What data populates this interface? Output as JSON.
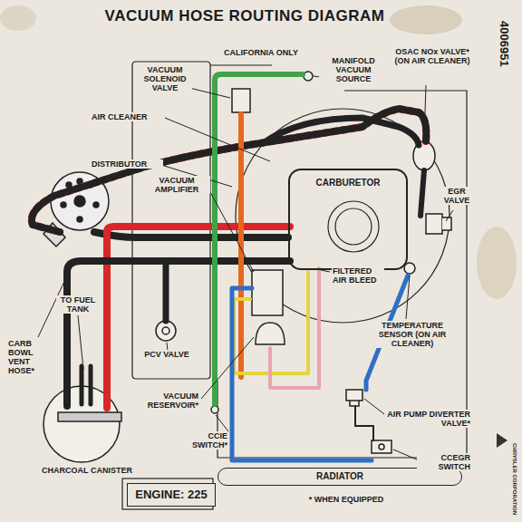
{
  "diagram": {
    "title": "VACUUM HOSE ROUTING DIAGRAM",
    "nodes": [
      {
        "text": [
          "CARBURETOR"
        ]
      },
      {
        "text": [
          "RADIATOR"
        ]
      },
      {
        "text": [
          "ENGINE: 225"
        ]
      }
    ],
    "labels": [
      "CALIFORNIA ONLY",
      "MANIFOLD VACUUM SOURCE",
      "OSAC NOx VALVE* (ON AIR CLEANER)",
      "VACUUM SOLENOID VALVE",
      "AIR CLEANER",
      "DISTRIBUTOR",
      "VACUUM AMPLIFIER",
      "EGR VALVE",
      "FILTERED AIR BLEED",
      "TEMPERATURE SENSOR (ON AIR CLEANER)",
      "CARB BOWL VENT HOSE*",
      "TO FUEL TANK",
      "PCV VALVE",
      "VACUUM RESERVOIR*",
      "CCIE SWITCH*",
      "AIR PUMP DIVERTER VALVE*",
      "CCEGR SWITCH",
      "CHARCOAL CANISTER",
      "* WHEN EQUIPPED",
      "4006951",
      "CHRYSLER CORPORATION"
    ]
  }
}
